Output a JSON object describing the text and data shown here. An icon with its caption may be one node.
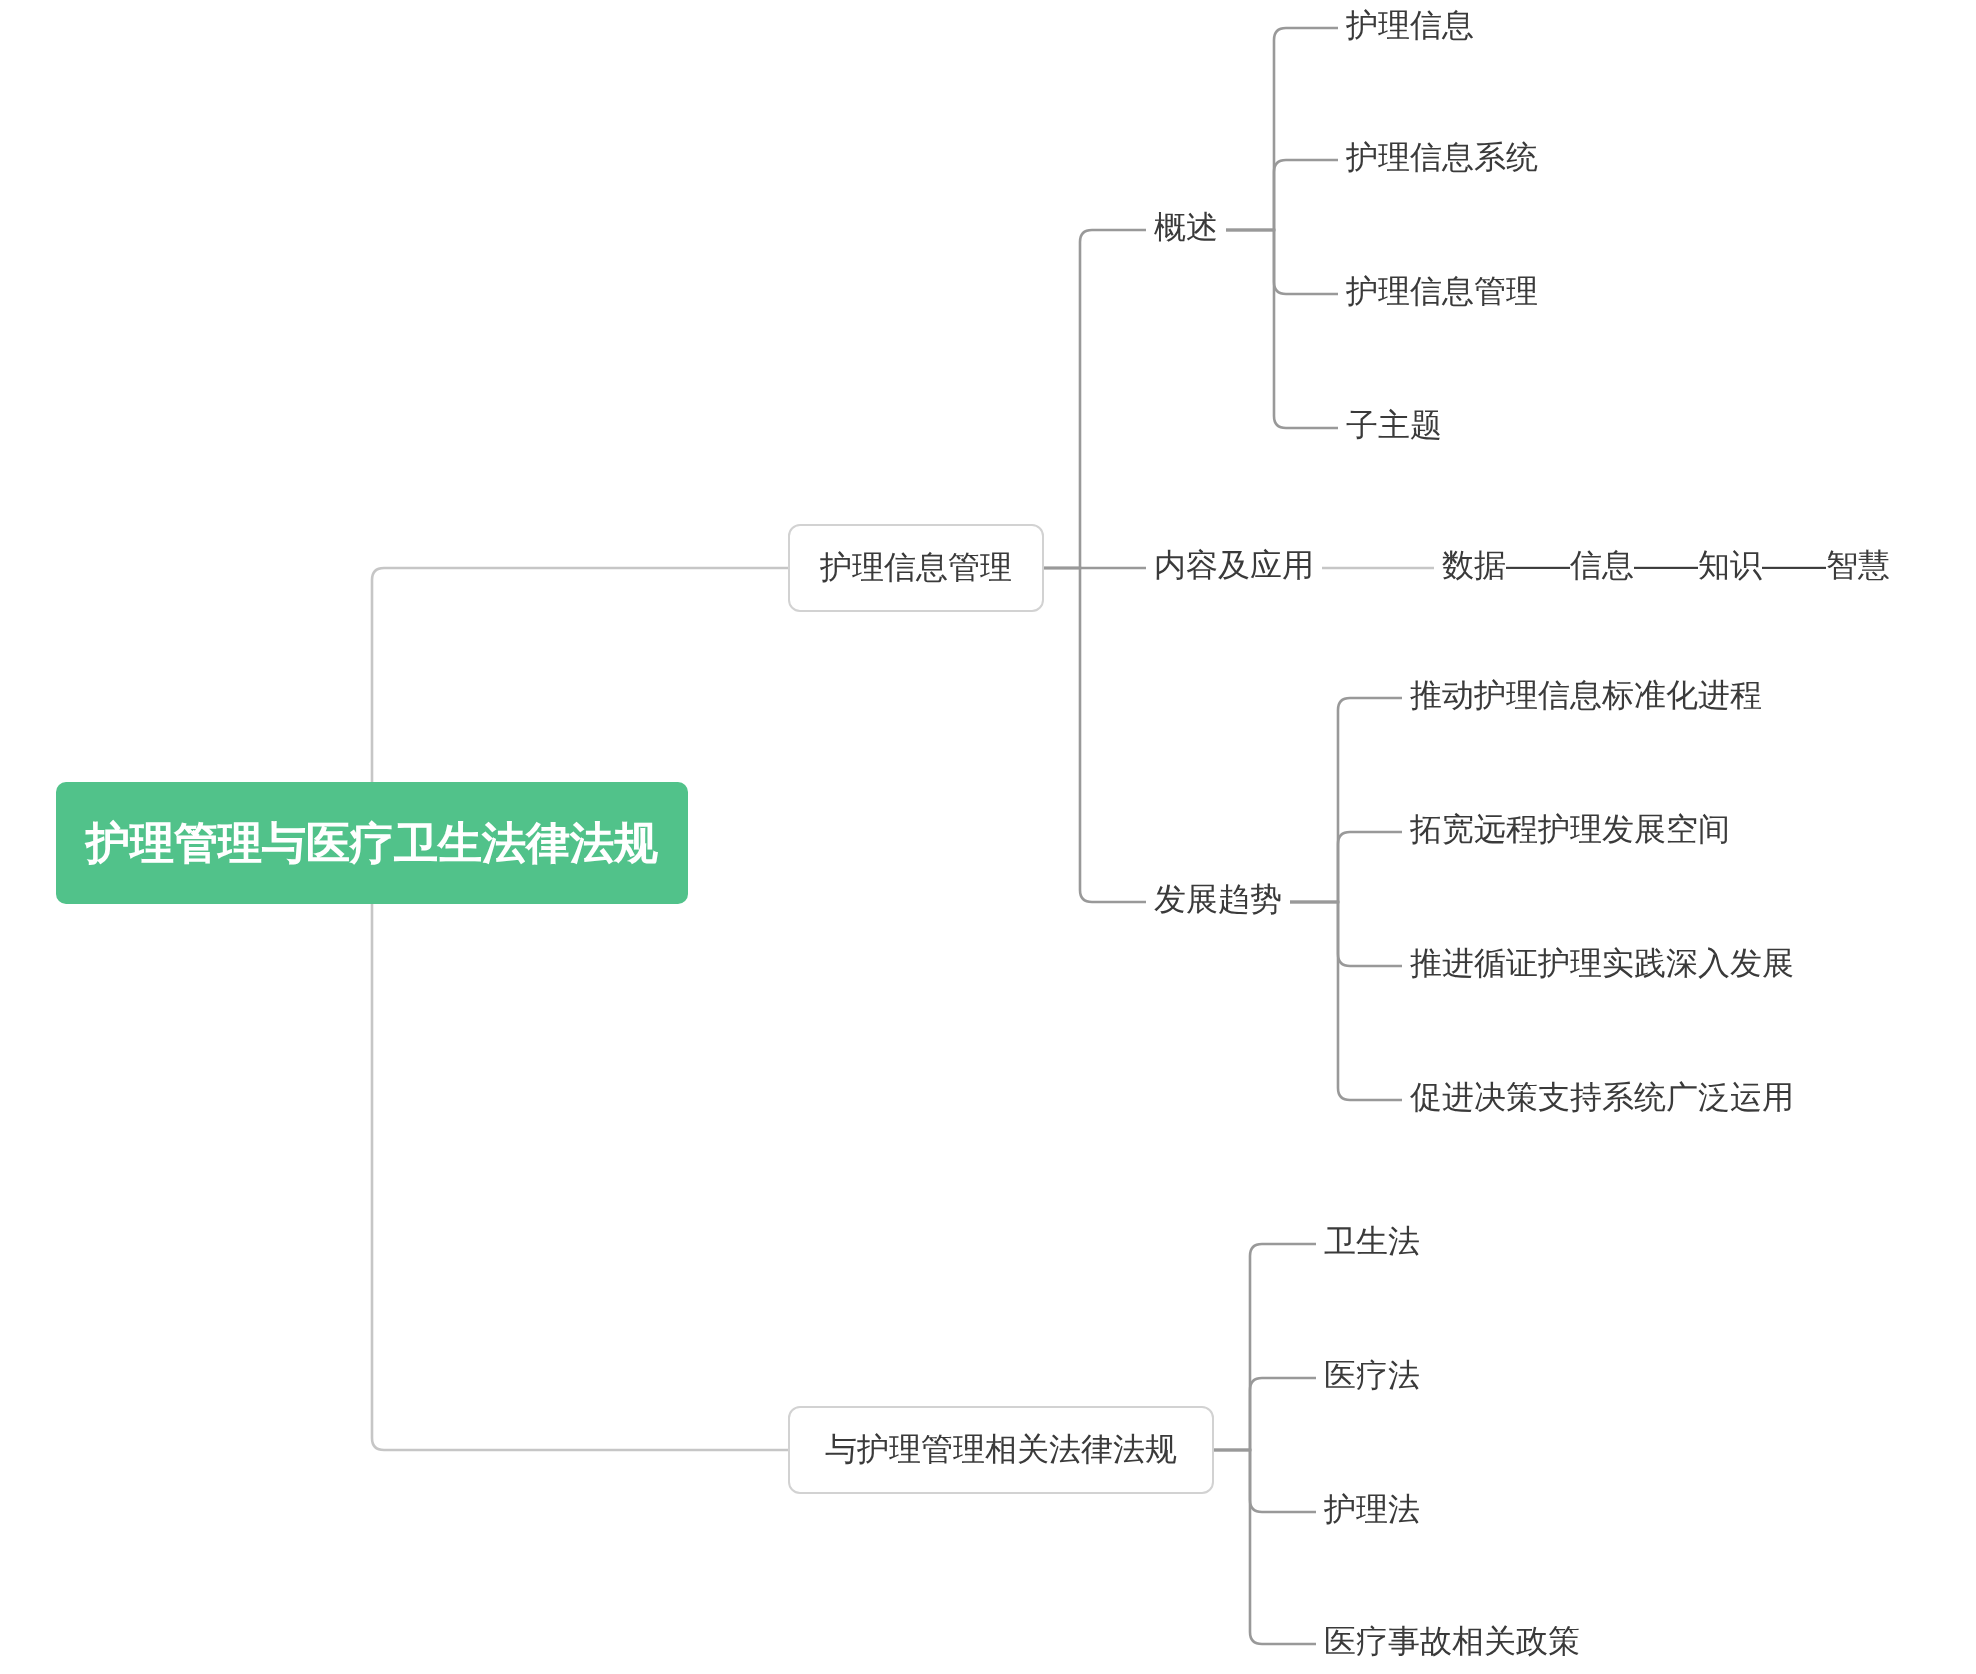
{
  "diagram": {
    "nodes": [
      {
        "text": [
          "护理管理与医疗卫生法律法规"
        ]
      },
      {
        "text": [
          "护理信息管理"
        ]
      },
      {
        "text": [
          "概述"
        ]
      },
      {
        "text": [
          "护理信息"
        ]
      },
      {
        "text": [
          "护理信息系统"
        ]
      },
      {
        "text": [
          "护理信息管理"
        ]
      },
      {
        "text": [
          "子主题"
        ]
      },
      {
        "text": [
          "内容及应用"
        ]
      },
      {
        "text": [
          "数据——信息——知识——智慧"
        ]
      },
      {
        "text": [
          "发展趋势"
        ]
      },
      {
        "text": [
          "推动护理信息标准化进程"
        ]
      },
      {
        "text": [
          "拓宽远程护理发展空间"
        ]
      },
      {
        "text": [
          "推进循证护理实践深入发展"
        ]
      },
      {
        "text": [
          "促进决策支持系统广泛运用"
        ]
      },
      {
        "text": [
          "与护理管理相关法律法规"
        ]
      },
      {
        "text": [
          "卫生法"
        ]
      },
      {
        "text": [
          "医疗法"
        ]
      },
      {
        "text": [
          "护理法"
        ]
      },
      {
        "text": [
          "医疗事故相关政策"
        ]
      }
    ],
    "edges": [
      {
        "from": 0,
        "to": 1,
        "arrow": "none",
        "color": "#c6c6c6"
      },
      {
        "from": 1,
        "to": 2,
        "arrow": "none"
      },
      {
        "from": 2,
        "to": 3,
        "arrow": "none"
      },
      {
        "from": 2,
        "to": 4,
        "arrow": "none"
      },
      {
        "from": 2,
        "to": 5,
        "arrow": "none"
      },
      {
        "from": 2,
        "to": 6,
        "arrow": "none"
      },
      {
        "from": 1,
        "to": 7,
        "arrow": "none"
      },
      {
        "from": 7,
        "to": 8,
        "arrow": "none",
        "color": "#c6c6c6"
      },
      {
        "from": 1,
        "to": 9,
        "arrow": "none"
      },
      {
        "from": 9,
        "to": 10,
        "arrow": "none"
      },
      {
        "from": 9,
        "to": 11,
        "arrow": "none"
      },
      {
        "from": 9,
        "to": 12,
        "arrow": "none"
      },
      {
        "from": 9,
        "to": 13,
        "arrow": "none"
      },
      {
        "from": 0,
        "to": 14,
        "arrow": "none",
        "color": "#c6c6c6"
      },
      {
        "from": 14,
        "to": 15,
        "arrow": "none"
      },
      {
        "from": 14,
        "to": 16,
        "arrow": "none"
      },
      {
        "from": 14,
        "to": 17,
        "arrow": "none"
      },
      {
        "from": 14,
        "to": 18,
        "arrow": "none"
      }
    ]
  }
}
